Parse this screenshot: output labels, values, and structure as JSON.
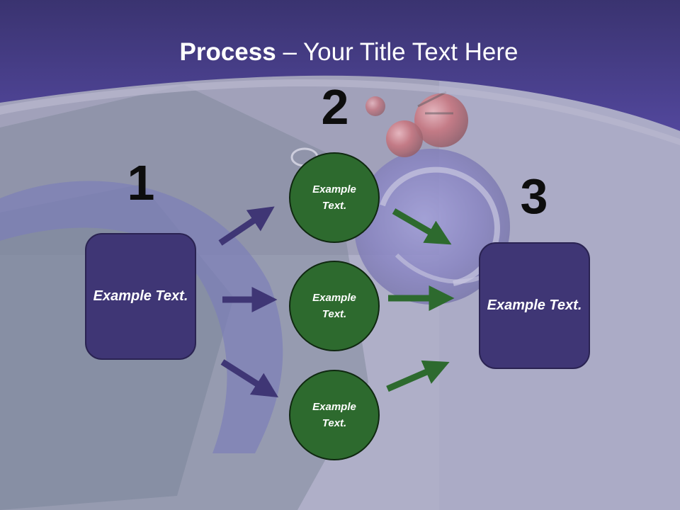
{
  "title": {
    "bold": "Process",
    "rest": " – Your Title Text Here"
  },
  "steps": {
    "one": {
      "number": "1",
      "text": "Example Text."
    },
    "two": {
      "number": "2",
      "circles": [
        {
          "text": "Example Text."
        },
        {
          "text": "Example Text."
        },
        {
          "text": "Example Text."
        }
      ]
    },
    "three": {
      "number": "3",
      "text": "Example Text."
    }
  },
  "colors": {
    "header_band": "#4a4094",
    "box_fill": "#3f3675",
    "circle_fill": "#2d6a2e",
    "arrow_purple": "#3f3675",
    "arrow_green": "#2d6a2e"
  }
}
